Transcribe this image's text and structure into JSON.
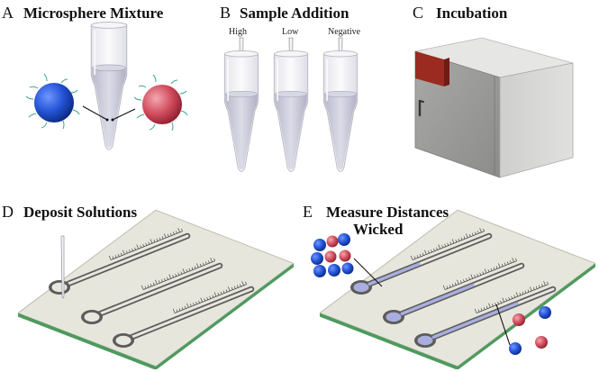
{
  "panels": {
    "a": {
      "letter": "A",
      "title": "Microsphere Mixture"
    },
    "b": {
      "letter": "B",
      "title": "Sample Addition",
      "tubes": [
        {
          "label": "High"
        },
        {
          "label": "Low"
        },
        {
          "label": "Negative"
        }
      ]
    },
    "c": {
      "letter": "C",
      "title": "Incubation"
    },
    "d": {
      "letter": "D",
      "title": "Deposit Solutions"
    },
    "e": {
      "letter": "E",
      "title_line1": "Measure Distances",
      "title_line2": "Wicked"
    }
  },
  "colors": {
    "blue_sphere": "#1f4fc8",
    "red_sphere": "#d04a5a",
    "liquid": "#c9c9d9",
    "tube_glass": "#eeeef2",
    "chip": "#e7e7de",
    "chip_edge": "#5aa06a",
    "channel": "#5c5c5c",
    "wicked": "#a9aedf",
    "incubator": "#c8c8c6",
    "incubator_door": "#9b2a20"
  },
  "icons": [
    "blue-microsphere-icon",
    "red-microsphere-icon",
    "centrifuge-tube-icon",
    "pipette-icon",
    "incubator-icon",
    "paper-chip-icon"
  ]
}
